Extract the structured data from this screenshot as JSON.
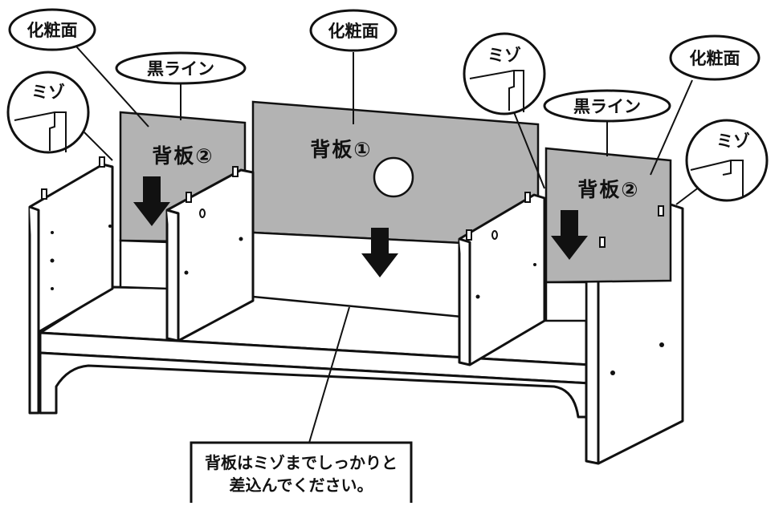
{
  "callouts": {
    "face_top_left": "化粧面",
    "face_top_center": "化粧面",
    "face_right": "化粧面",
    "black_line_left": "黒ライン",
    "black_line_right": "黒ライン",
    "groove_left": "ミゾ",
    "groove_center_right": "ミゾ",
    "groove_far_right": "ミゾ"
  },
  "panels": {
    "back_left": "背板②",
    "back_center": "背板①",
    "back_right": "背板②"
  },
  "note": {
    "line1": "背板はミゾまでしっかりと",
    "line2": "差込んでください。"
  },
  "colors": {
    "panel_gray": "#b3b3b3",
    "line": "#111111",
    "paper": "#ffffff"
  }
}
